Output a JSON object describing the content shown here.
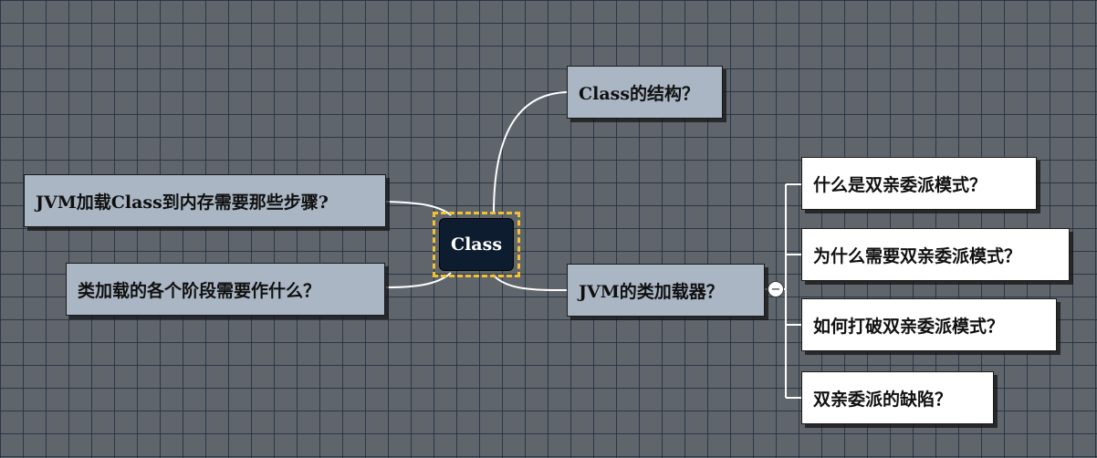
{
  "central": {
    "label": "Class"
  },
  "right_topics": [
    {
      "label": "Class的结构？"
    },
    {
      "label": "JVM的类加载器？",
      "toggle_symbol": "−",
      "children": [
        {
          "label": "什么是双亲委派模式？"
        },
        {
          "label": "为什么需要双亲委派模式？"
        },
        {
          "label": "如何打破双亲委派模式？"
        },
        {
          "label": "双亲委派的缺陷？"
        }
      ]
    }
  ],
  "left_topics": [
    {
      "label": "JVM加载Class到内存需要那些步骤?"
    },
    {
      "label": "类加载的各个阶段需要作什么？"
    }
  ],
  "colors": {
    "canvas_background": "#5f656b",
    "grid_lines": "#223042",
    "main_topic_fill": "#aab6c4",
    "sub_topic_fill": "#ffffff",
    "central_fill": "#0e1c2f",
    "selection_frame": "#f2c230",
    "connector": "#ffffff"
  }
}
